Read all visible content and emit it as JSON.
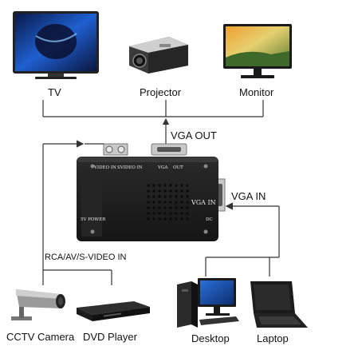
{
  "outputs": {
    "tv": "TV",
    "projector": "Projector",
    "monitor": "Monitor"
  },
  "vga_out_label": "VGA OUT",
  "vga_in_label": "VGA IN",
  "rca_label": "RCA/AV/S-VIDEO IN",
  "inputs": {
    "cctv": "CCTV Camera",
    "dvd": "DVD Player",
    "desktop": "Desktop",
    "laptop": "Laptop"
  },
  "converter": {
    "video_in": "VIDEO IN",
    "svideo_in": "SVIDEO IN",
    "vga": "VGA",
    "out": "OUT",
    "vga_in": "VGA IN",
    "power": "5V POWER",
    "dc": "DC"
  },
  "colors": {
    "line": "#333333",
    "device_body": "#1c1c1c",
    "screen_blue": "#1e5fd0"
  }
}
